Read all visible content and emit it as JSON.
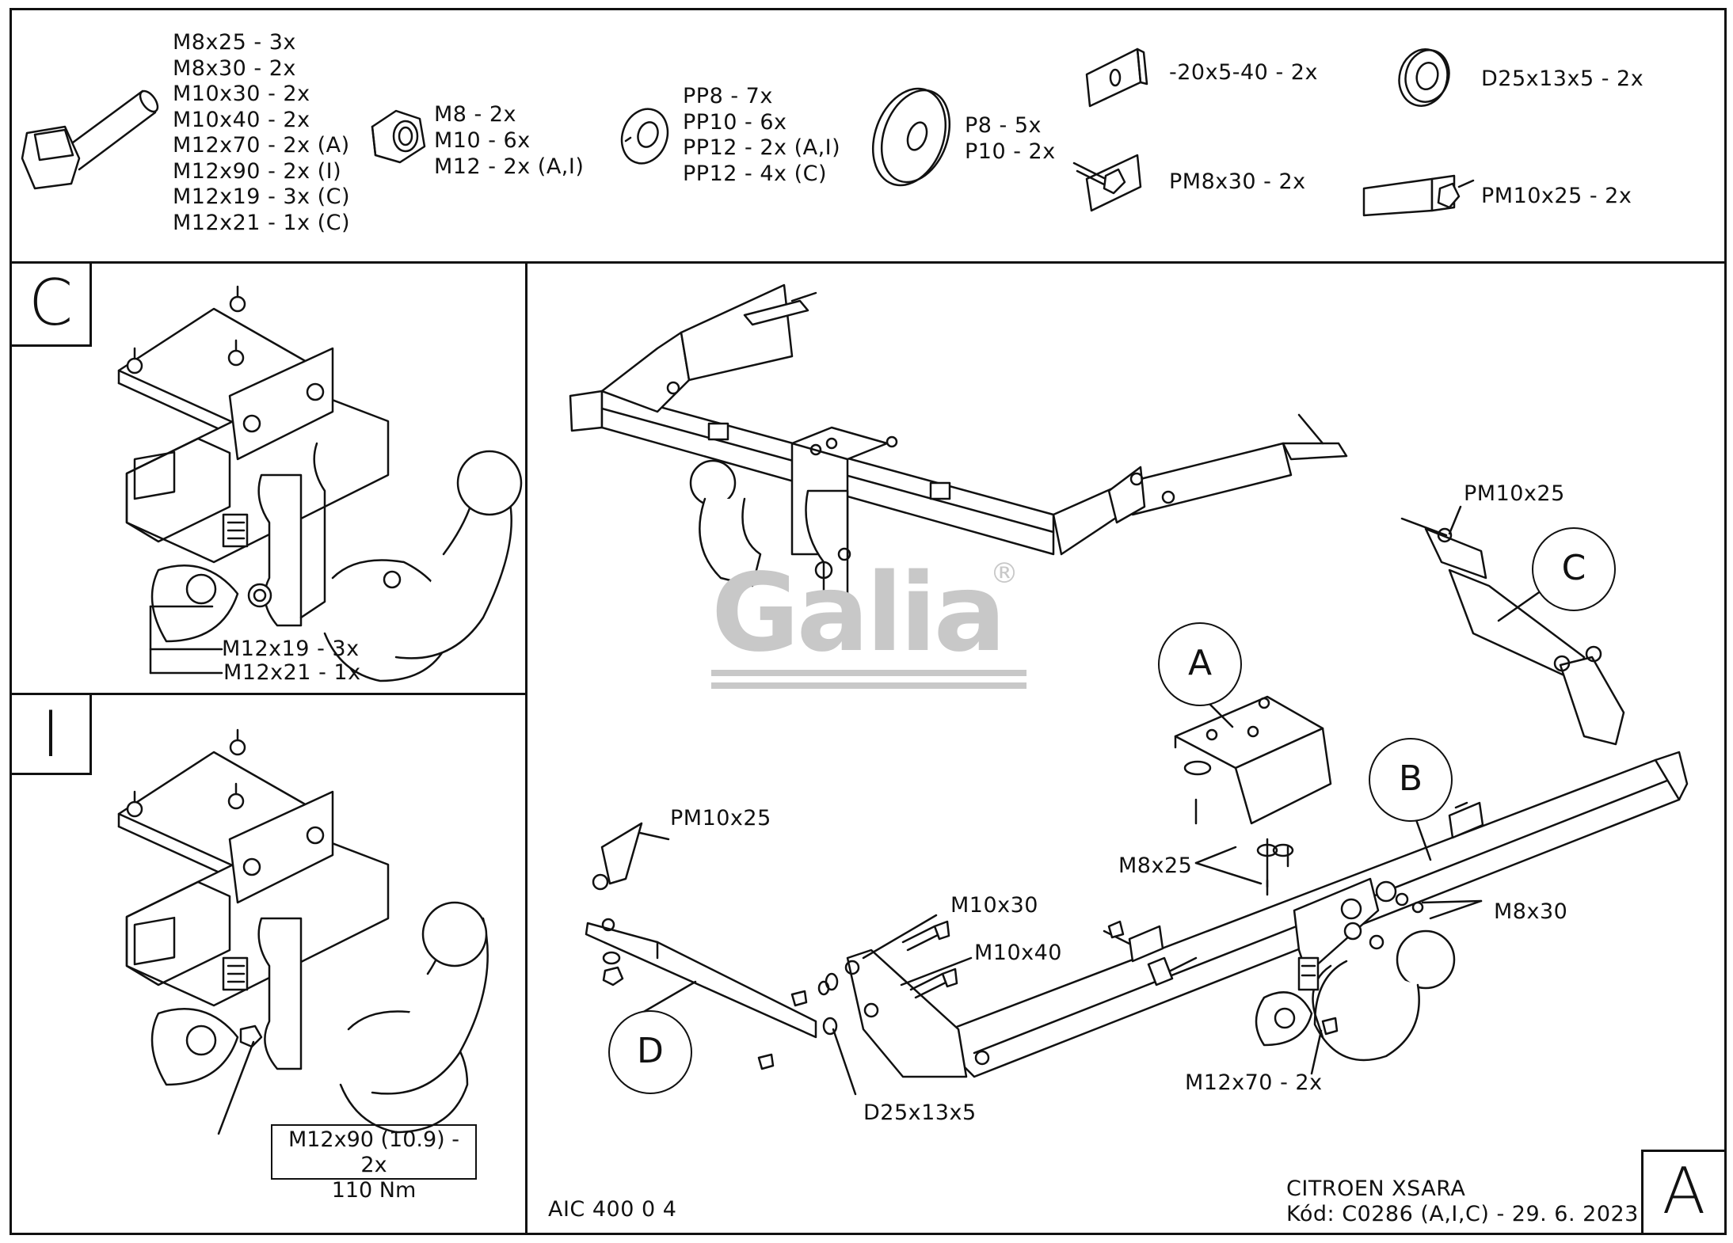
{
  "parts": {
    "bolts": [
      "M8x25 - 3x",
      "M8x30 - 2x",
      "M10x30 - 2x",
      "M10x40 - 2x",
      "M12x70 - 2x (A)",
      "M12x90 - 2x (I)",
      "M12x19 - 3x (C)",
      "M12x21 - 1x (C)"
    ],
    "nuts": [
      "M8 - 2x",
      "M10 - 6x",
      "M12 - 2x (A,I)"
    ],
    "spring_washers": [
      "PP8 - 7x",
      "PP10 - 6x",
      "PP12 - 2x (A,I)",
      "PP12 - 4x (C)"
    ],
    "flat_washers": [
      "P8 - 5x",
      "P10 - 2x"
    ],
    "plate": "-20x5-40 - 2x",
    "spacer": "D25x13x5 - 2x",
    "plate_bolt": "PM8x30 - 2x",
    "bracket_bolt": "PM10x25 - 2x"
  },
  "panel_c": {
    "letter": "C",
    "callouts": [
      "M12x19 - 3x",
      "M12x21 - 1x"
    ]
  },
  "panel_i": {
    "letter": "I",
    "callout_line1": "M12x90 (10.9) - 2x",
    "callout_line2": "110 Nm"
  },
  "main": {
    "watermark": "Galia",
    "watermark_mark": "®",
    "circles": {
      "a": "A",
      "b": "B",
      "c": "C",
      "d": "D"
    },
    "labels": {
      "pm10x25_right": "PM10x25",
      "pm10x25_left": "PM10x25",
      "m8x25": "M8x25",
      "m8x30": "M8x30",
      "m10x30": "M10x30",
      "m10x40": "M10x40",
      "m12x70": "M12x70 - 2x",
      "d25": "D25x13x5"
    },
    "code": "AIC 400 0 4",
    "vehicle": "CITROEN XSARA",
    "kod": "Kód: C0286 (A,I,C) - 29. 6. 2023",
    "panel_letter": "A"
  }
}
